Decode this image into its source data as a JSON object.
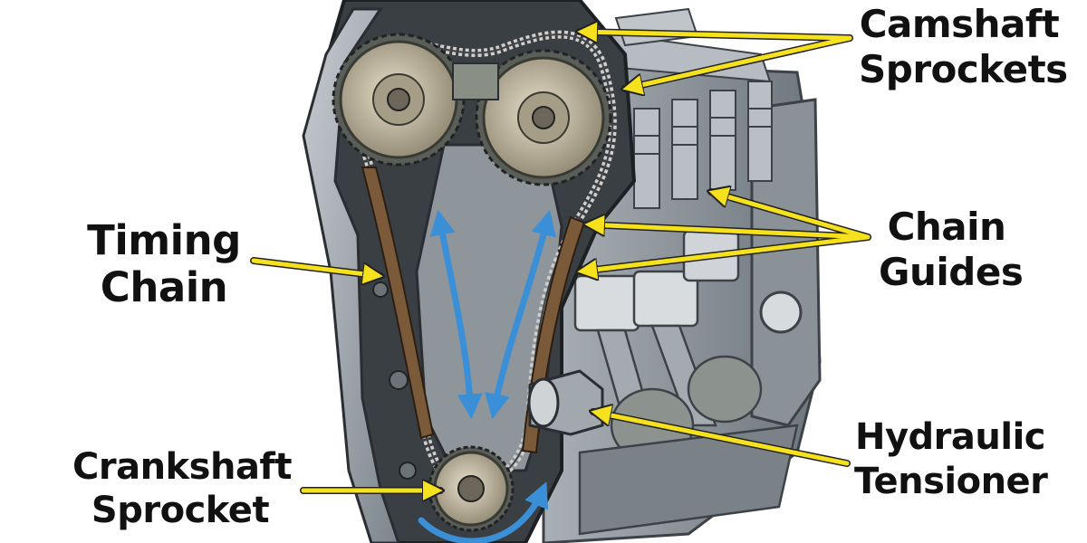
{
  "labels": {
    "timing_chain": "Timing\nChain",
    "crankshaft_sprocket": "Crankshaft\nSprocket",
    "camshaft_sprockets": "Camshaft\nSprockets",
    "chain_guides": "Chain\nGuides",
    "hydraulic_tensioner": "Hydraulic\nTensioner"
  },
  "colors": {
    "callout_arrow": "#f5e11c",
    "rotation_arrow": "#3a8fd6",
    "engine_metal": "#9aa3ab",
    "timing_cover": "#3a3f44",
    "sprocket": "#c9c0a8",
    "chain_guide": "#7b5a3a"
  },
  "icons": [
    "camshaft-sprocket-icon",
    "crankshaft-sprocket-icon",
    "timing-chain-icon",
    "chain-guide-icon",
    "hydraulic-tensioner-icon",
    "piston-icon"
  ]
}
